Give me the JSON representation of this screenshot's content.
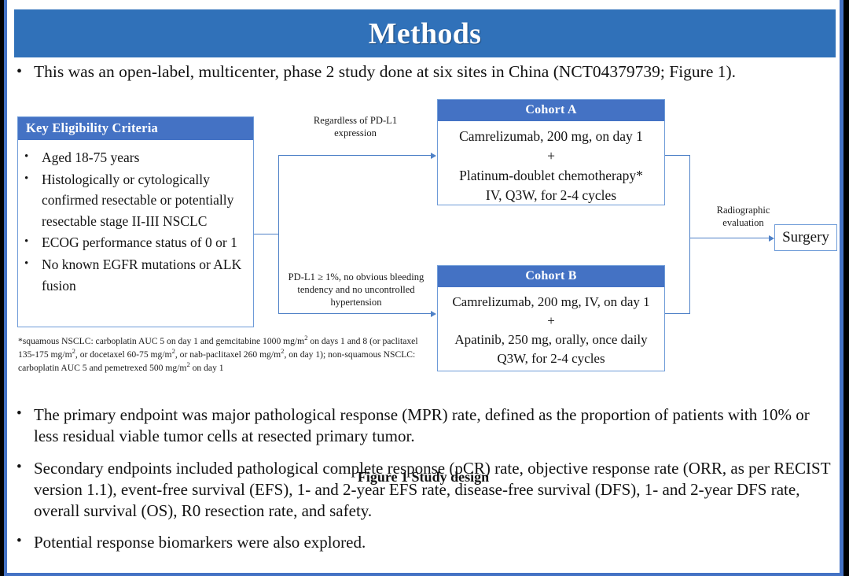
{
  "slide": {
    "title": "Methods",
    "accent_header_color": "#3071B9",
    "accent_box_color": "#4472C4",
    "connector_color": "#4F81C7",
    "frame_color": "#4472C4"
  },
  "intro_bullet": {
    "marker": "•",
    "text": "This was an open-label, multicenter, phase 2 study done at six sites in China (NCT04379739; Figure 1)."
  },
  "figure": {
    "caption": "Figure 1 Study design",
    "eligibility": {
      "header": "Key  Eligibility Criteria",
      "marker": "•",
      "items": [
        "Aged 18-75 years",
        "Histologically or cytologically confirmed resectable or potentially resectable stage II-III  NSCLC",
        "ECOG performance status of 0 or 1",
        "No known EGFR mutations or ALK fusion"
      ]
    },
    "arm_label_top": "Regardless  of PD-L1 expression",
    "arm_label_bottom": "PD-L1 ≥ 1%, no obvious bleeding tendency and no uncontrolled  hypertension",
    "cohort_a": {
      "header": "Cohort A",
      "lines": [
        "Camrelizumab, 200 mg, on day 1",
        "+",
        "Platinum-doublet chemotherapy*",
        "IV, Q3W, for 2-4 cycles"
      ]
    },
    "cohort_b": {
      "header": "Cohort B",
      "lines": [
        "Camrelizumab, 200 mg, IV, on day 1",
        "+",
        "Apatinib, 250 mg, orally, once daily",
        "Q3W, for 2-4 cycles"
      ]
    },
    "radiographic_label": "Radiographic evaluation",
    "surgery": "Surgery",
    "footnote_parts": {
      "p1": "*squamous NSCLC: carboplatin AUC 5 on day 1 and gemcitabine 1000 mg/m",
      "sup1": "2",
      "p2": " on days 1 and 8 (or paclitaxel 135-175  mg/m",
      "sup2": "2",
      "p3": ", or docetaxel 60-75 mg/m",
      "sup3": "2",
      "p4": ", or nab-paclitaxel 260 mg/m",
      "sup4": "2",
      "p5": ", on day 1); non-squamous NSCLC: carboplatin AUC 5 and pemetrexed 500 mg/m",
      "sup5": "2",
      "p6": " on day 1"
    }
  },
  "endpoint_bullets": {
    "marker": "•",
    "items": [
      "The primary endpoint was major pathological response (MPR) rate, defined as the proportion of patients with 10% or less residual viable tumor cells at resected primary tumor.",
      "Secondary endpoints included pathological complete response (pCR) rate, objective response rate (ORR, as per RECIST version 1.1), event-free survival (EFS), 1- and 2-year EFS rate, disease-free survival (DFS), 1- and 2-year DFS rate, overall survival (OS), R0 resection rate, and safety.",
      "Potential response biomarkers were also explored."
    ]
  }
}
